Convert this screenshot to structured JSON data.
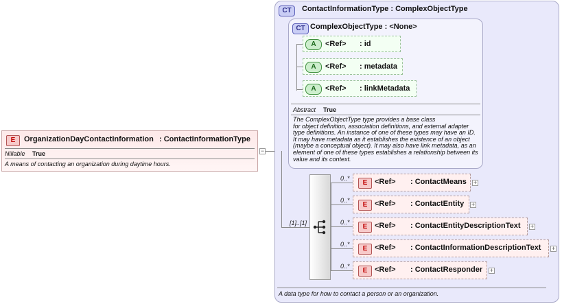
{
  "element": {
    "badge": "E",
    "name": "OrganizationDayContactInformation",
    "type": " : ContactInformationType",
    "nillable_label": "Nillable",
    "nillable_value": "True",
    "description": "A means of contacting an organization during daytime hours."
  },
  "complex_type": {
    "badge": "CT",
    "title": "ContactInformationType : ComplexObjectType",
    "footer": "A data type for how to contact a person or an organization.",
    "base": {
      "badge": "CT",
      "title": "ComplexObjectType : <None>",
      "attributes": [
        {
          "badge": "A",
          "ref": "<Ref>",
          "name": ": id"
        },
        {
          "badge": "A",
          "ref": "<Ref>",
          "name": ": metadata"
        },
        {
          "badge": "A",
          "ref": "<Ref>",
          "name": ": linkMetadata"
        }
      ],
      "abstract_label": "Abstract",
      "abstract_value": "True",
      "description_lines": [
        "The ComplexObjectType type provides a base class",
        "for object definition, association definitions, and external adapter",
        "type definitions. An instance of one of these types may have an ID.",
        "It may have metadata as it establishes the existence of an object",
        "(maybe a conceptual object). It may also have link metadata, as an",
        "element of one of these types establishes a relationship between its",
        "value and its context."
      ]
    },
    "sequence_occurrence": "[1]..[1]",
    "children": [
      {
        "occ": "0..*",
        "badge": "E",
        "ref": "<Ref>",
        "name": ": ContactMeans"
      },
      {
        "occ": "0..*",
        "badge": "E",
        "ref": "<Ref>",
        "name": ": ContactEntity"
      },
      {
        "occ": "0..*",
        "badge": "E",
        "ref": "<Ref>",
        "name": ": ContactEntityDescriptionText"
      },
      {
        "occ": "0..*",
        "badge": "E",
        "ref": "<Ref>",
        "name": ": ContactInformationDescriptionText"
      },
      {
        "occ": "0..*",
        "badge": "E",
        "ref": "<Ref>",
        "name": ": ContactResponder"
      }
    ]
  }
}
